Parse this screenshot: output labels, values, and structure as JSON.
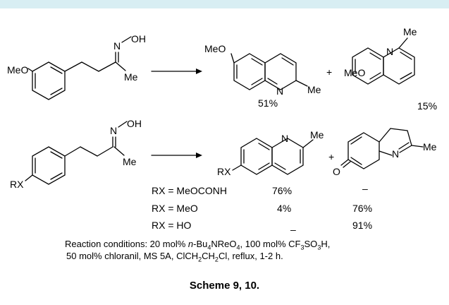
{
  "labels": {
    "oh": "OH",
    "n": "N",
    "me": "Me",
    "meo": "MeO",
    "rx": "RX",
    "o": "O",
    "plus": "+",
    "dash": "–"
  },
  "yields": {
    "quinoline_6": "51%",
    "quinoline_8": "15%"
  },
  "table": {
    "rows": [
      {
        "rx": "RX = MeOCONH",
        "quinoline": "76%",
        "spiro": "–"
      },
      {
        "rx": "RX = MeO",
        "quinoline": "4%",
        "spiro": "76%"
      },
      {
        "rx": "RX = HO",
        "quinoline": "–",
        "spiro": "91%"
      }
    ]
  },
  "conditions": {
    "line1_pre": "Reaction conditions: 20 mol%",
    "line1_nbu": "n",
    "line1_mid": "-Bu",
    "line1_sub1": "4",
    "line1_mid2": "NReO",
    "line1_sub2": "4",
    "line1_mid3": ", 100 mol% CF",
    "line1_sub3": "3",
    "line1_end": "SO",
    "line1_sub4": "3",
    "line1_tail": "H,",
    "line2_pre": "50 mol% chloranil, MS 5A, ClCH",
    "line2_sub1": "2",
    "line2_mid": "CH",
    "line2_sub2": "2",
    "line2_end": "Cl,  reflux, 1-2 h."
  },
  "caption": "Scheme 9, 10."
}
